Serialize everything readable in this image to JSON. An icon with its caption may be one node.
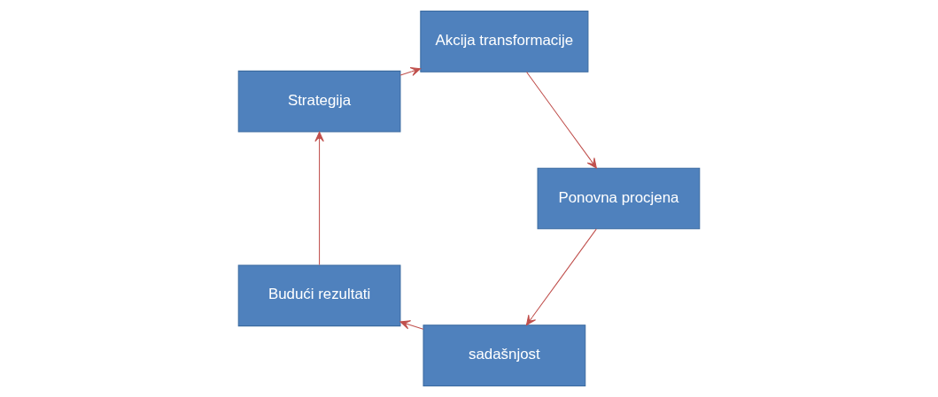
{
  "diagram": {
    "nodes": [
      {
        "text": [
          "sadašnjost"
        ]
      },
      {
        "text": [
          "Budući rezultati"
        ]
      },
      {
        "text": [
          "Strategija"
        ]
      },
      {
        "text": [
          "Akcija transformacije"
        ]
      },
      {
        "text": [
          "Ponovna procjena"
        ]
      }
    ],
    "edges": [
      {
        "from": 0,
        "to": 1,
        "arrow": "to"
      },
      {
        "from": 1,
        "to": 2,
        "arrow": "to"
      },
      {
        "from": 2,
        "to": 3,
        "arrow": "to"
      },
      {
        "from": 3,
        "to": 4,
        "arrow": "to"
      },
      {
        "from": 4,
        "to": 0,
        "arrow": "to"
      }
    ]
  }
}
